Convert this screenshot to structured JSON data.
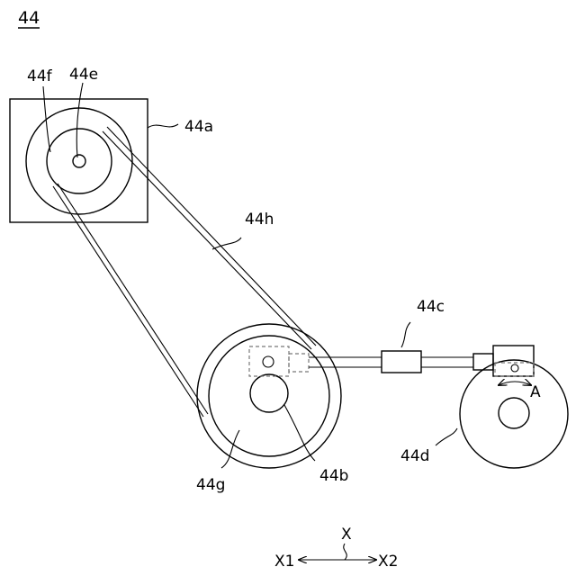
{
  "figure": {
    "number": "44"
  },
  "labels": {
    "motor_housing": "44a",
    "output_pulley": "44b",
    "rod_joint": "44c",
    "crank_disc": "44d",
    "motor_shaft": "44e",
    "drive_pulley": "44f",
    "driven_pulley": "44g",
    "belt": "44h",
    "arrow_a": "A"
  },
  "axes": {
    "axis": "X",
    "negative": "X1",
    "positive": "X2"
  }
}
